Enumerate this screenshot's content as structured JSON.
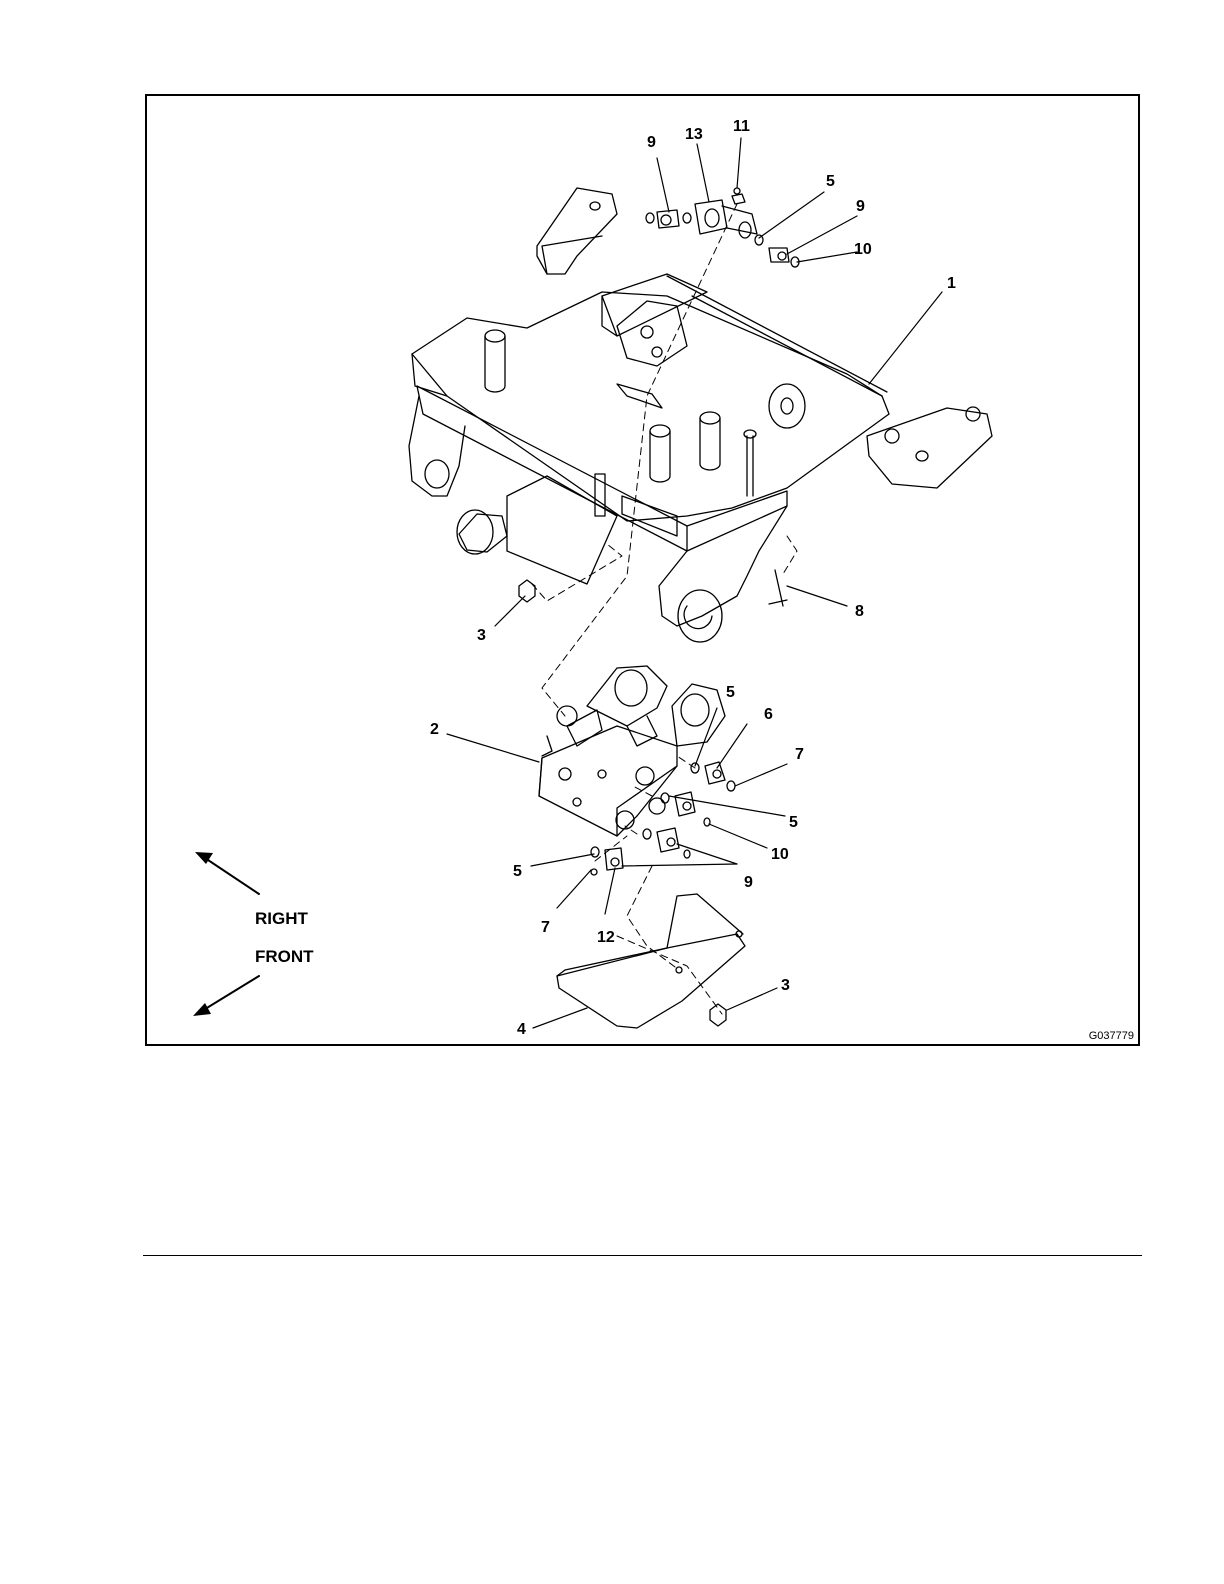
{
  "figure": {
    "id": "G037779",
    "callouts": {
      "c1": "1",
      "c2": "2",
      "c3a": "3",
      "c3b": "3",
      "c4": "4",
      "c5a": "5",
      "c5b": "5",
      "c5c": "5",
      "c5d": "5",
      "c6": "6",
      "c7a": "7",
      "c7b": "7",
      "c8": "8",
      "c9a": "9",
      "c9b": "9",
      "c9c": "9",
      "c10a": "10",
      "c10b": "10",
      "c11": "11",
      "c12": "12",
      "c13": "13"
    },
    "direction_labels": {
      "right": "RIGHT",
      "front": "FRONT"
    }
  },
  "colors": {
    "line": "#000000",
    "background": "#ffffff"
  }
}
